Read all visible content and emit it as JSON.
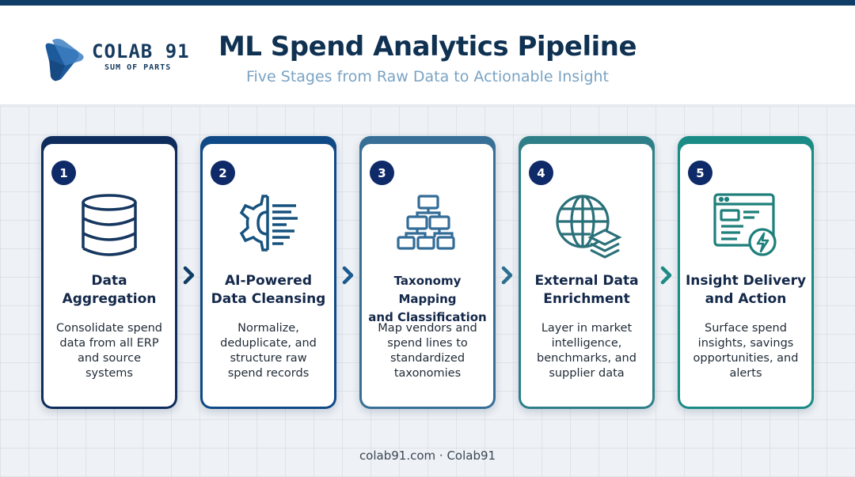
{
  "logo": {
    "name": "COLAB 91",
    "tagline": "SUM OF PARTS"
  },
  "header": {
    "title": "ML Spend Analytics Pipeline",
    "subtitle": "Five Stages from Raw Data to Actionable Insight"
  },
  "colors": {
    "brand_dark": "#0f3d66",
    "badge": "#0e2a68",
    "stage_1": "#0e2d5c",
    "stage_2": "#0f4a86",
    "stage_3": "#386f96",
    "stage_4": "#2f7f88",
    "stage_5": "#1b8b86"
  },
  "stages": [
    {
      "number": "1",
      "title_line1": "Data",
      "title_line2": "Aggregation",
      "desc_lines": [
        "Consolidate spend",
        "data from all ERP",
        "and source",
        "systems"
      ],
      "icon": "database-icon"
    },
    {
      "number": "2",
      "title_line1": "AI-Powered",
      "title_line2": "Data Cleansing",
      "desc_lines": [
        "Normalize,",
        "deduplicate, and",
        "structure raw",
        "spend records"
      ],
      "icon": "gear-cleansing-icon"
    },
    {
      "number": "3",
      "title_line1": "Taxonomy Mapping",
      "title_line2": "and Classification",
      "desc_lines": [
        "Map vendors and",
        "spend lines to",
        "standardized",
        "taxonomies"
      ],
      "icon": "hierarchy-icon"
    },
    {
      "number": "4",
      "title_line1": "External Data",
      "title_line2": "Enrichment",
      "desc_lines": [
        "Layer in market",
        "intelligence,",
        "benchmarks, and",
        "supplier data"
      ],
      "icon": "globe-layers-icon"
    },
    {
      "number": "5",
      "title_line1": "Insight Delivery",
      "title_line2": "and Action",
      "desc_lines": [
        "Surface spend",
        "insights, savings",
        "opportunities, and",
        "alerts"
      ],
      "icon": "dashboard-alert-icon"
    }
  ],
  "footer": {
    "text": "colab91.com · Colab91"
  }
}
